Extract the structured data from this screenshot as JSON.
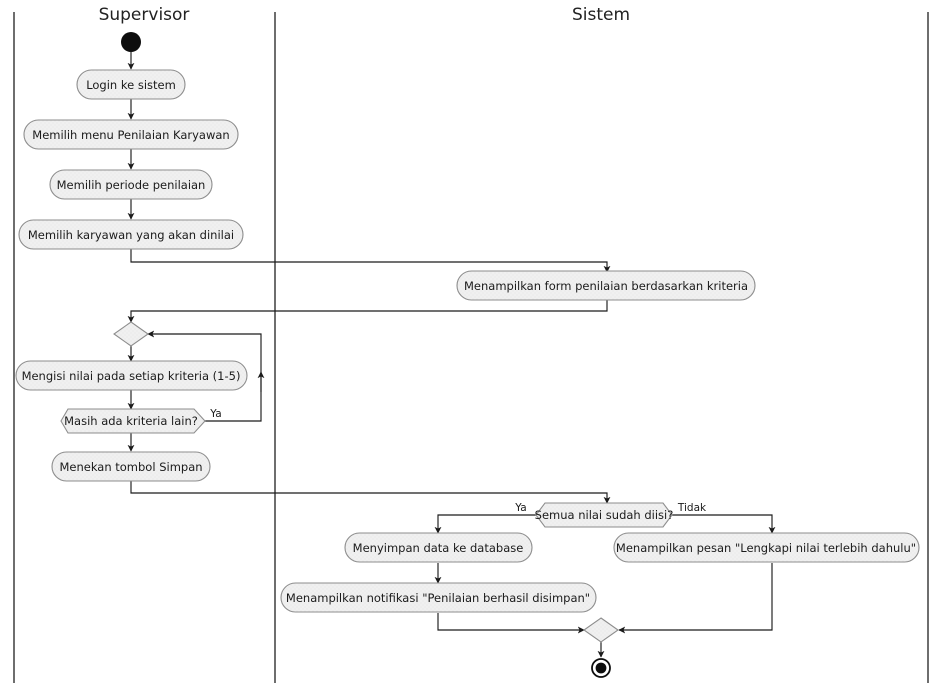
{
  "diagram": {
    "kind": "uml-activity-diagram",
    "title_supervisor": "Supervisor",
    "title_sistem": "Sistem",
    "background_color": "#ffffff",
    "node_fill_color": "#ededed",
    "node_stroke_color": "#8d8d8d",
    "flow_color": "#1b1b1b",
    "lane_divider_color": "#4a4a4a"
  },
  "lanes": [
    {
      "id": "supervisor",
      "label": "Supervisor"
    },
    {
      "id": "sistem",
      "label": "Sistem"
    }
  ],
  "nodes": {
    "start": {
      "type": "initial-node",
      "name": "start-node"
    },
    "end": {
      "type": "final-node",
      "name": "end-node"
    },
    "merge_loop": {
      "type": "merge-node",
      "name": "merge-node-loop"
    },
    "merge_final": {
      "type": "merge-node",
      "name": "merge-node-final"
    },
    "a1": {
      "type": "activity",
      "label": "Login ke sistem"
    },
    "a2": {
      "type": "activity",
      "label": "Memilih menu Penilaian Karyawan"
    },
    "a3": {
      "type": "activity",
      "label": "Memilih periode penilaian"
    },
    "a4": {
      "type": "activity",
      "label": "Memilih karyawan yang akan dinilai"
    },
    "a5": {
      "type": "activity",
      "label": "Menampilkan form penilaian berdasarkan kriteria"
    },
    "a6": {
      "type": "activity",
      "label": "Mengisi nilai pada setiap kriteria (1-5)"
    },
    "d1": {
      "type": "decision",
      "label": "Masih ada kriteria lain?"
    },
    "a7": {
      "type": "activity",
      "label": "Menekan tombol Simpan"
    },
    "d2": {
      "type": "decision",
      "label": "Semua nilai sudah diisi?"
    },
    "a8": {
      "type": "activity",
      "label": "Menyimpan data ke database"
    },
    "a9": {
      "type": "activity",
      "label": "Menampilkan notifikasi \"Penilaian berhasil disimpan\""
    },
    "a10": {
      "type": "activity",
      "label": "Menampilkan pesan \"Lengkapi nilai terlebih dahulu\""
    }
  },
  "guards": {
    "d1_yes": "Ya",
    "d2_yes": "Ya",
    "d2_no": "Tidak"
  }
}
